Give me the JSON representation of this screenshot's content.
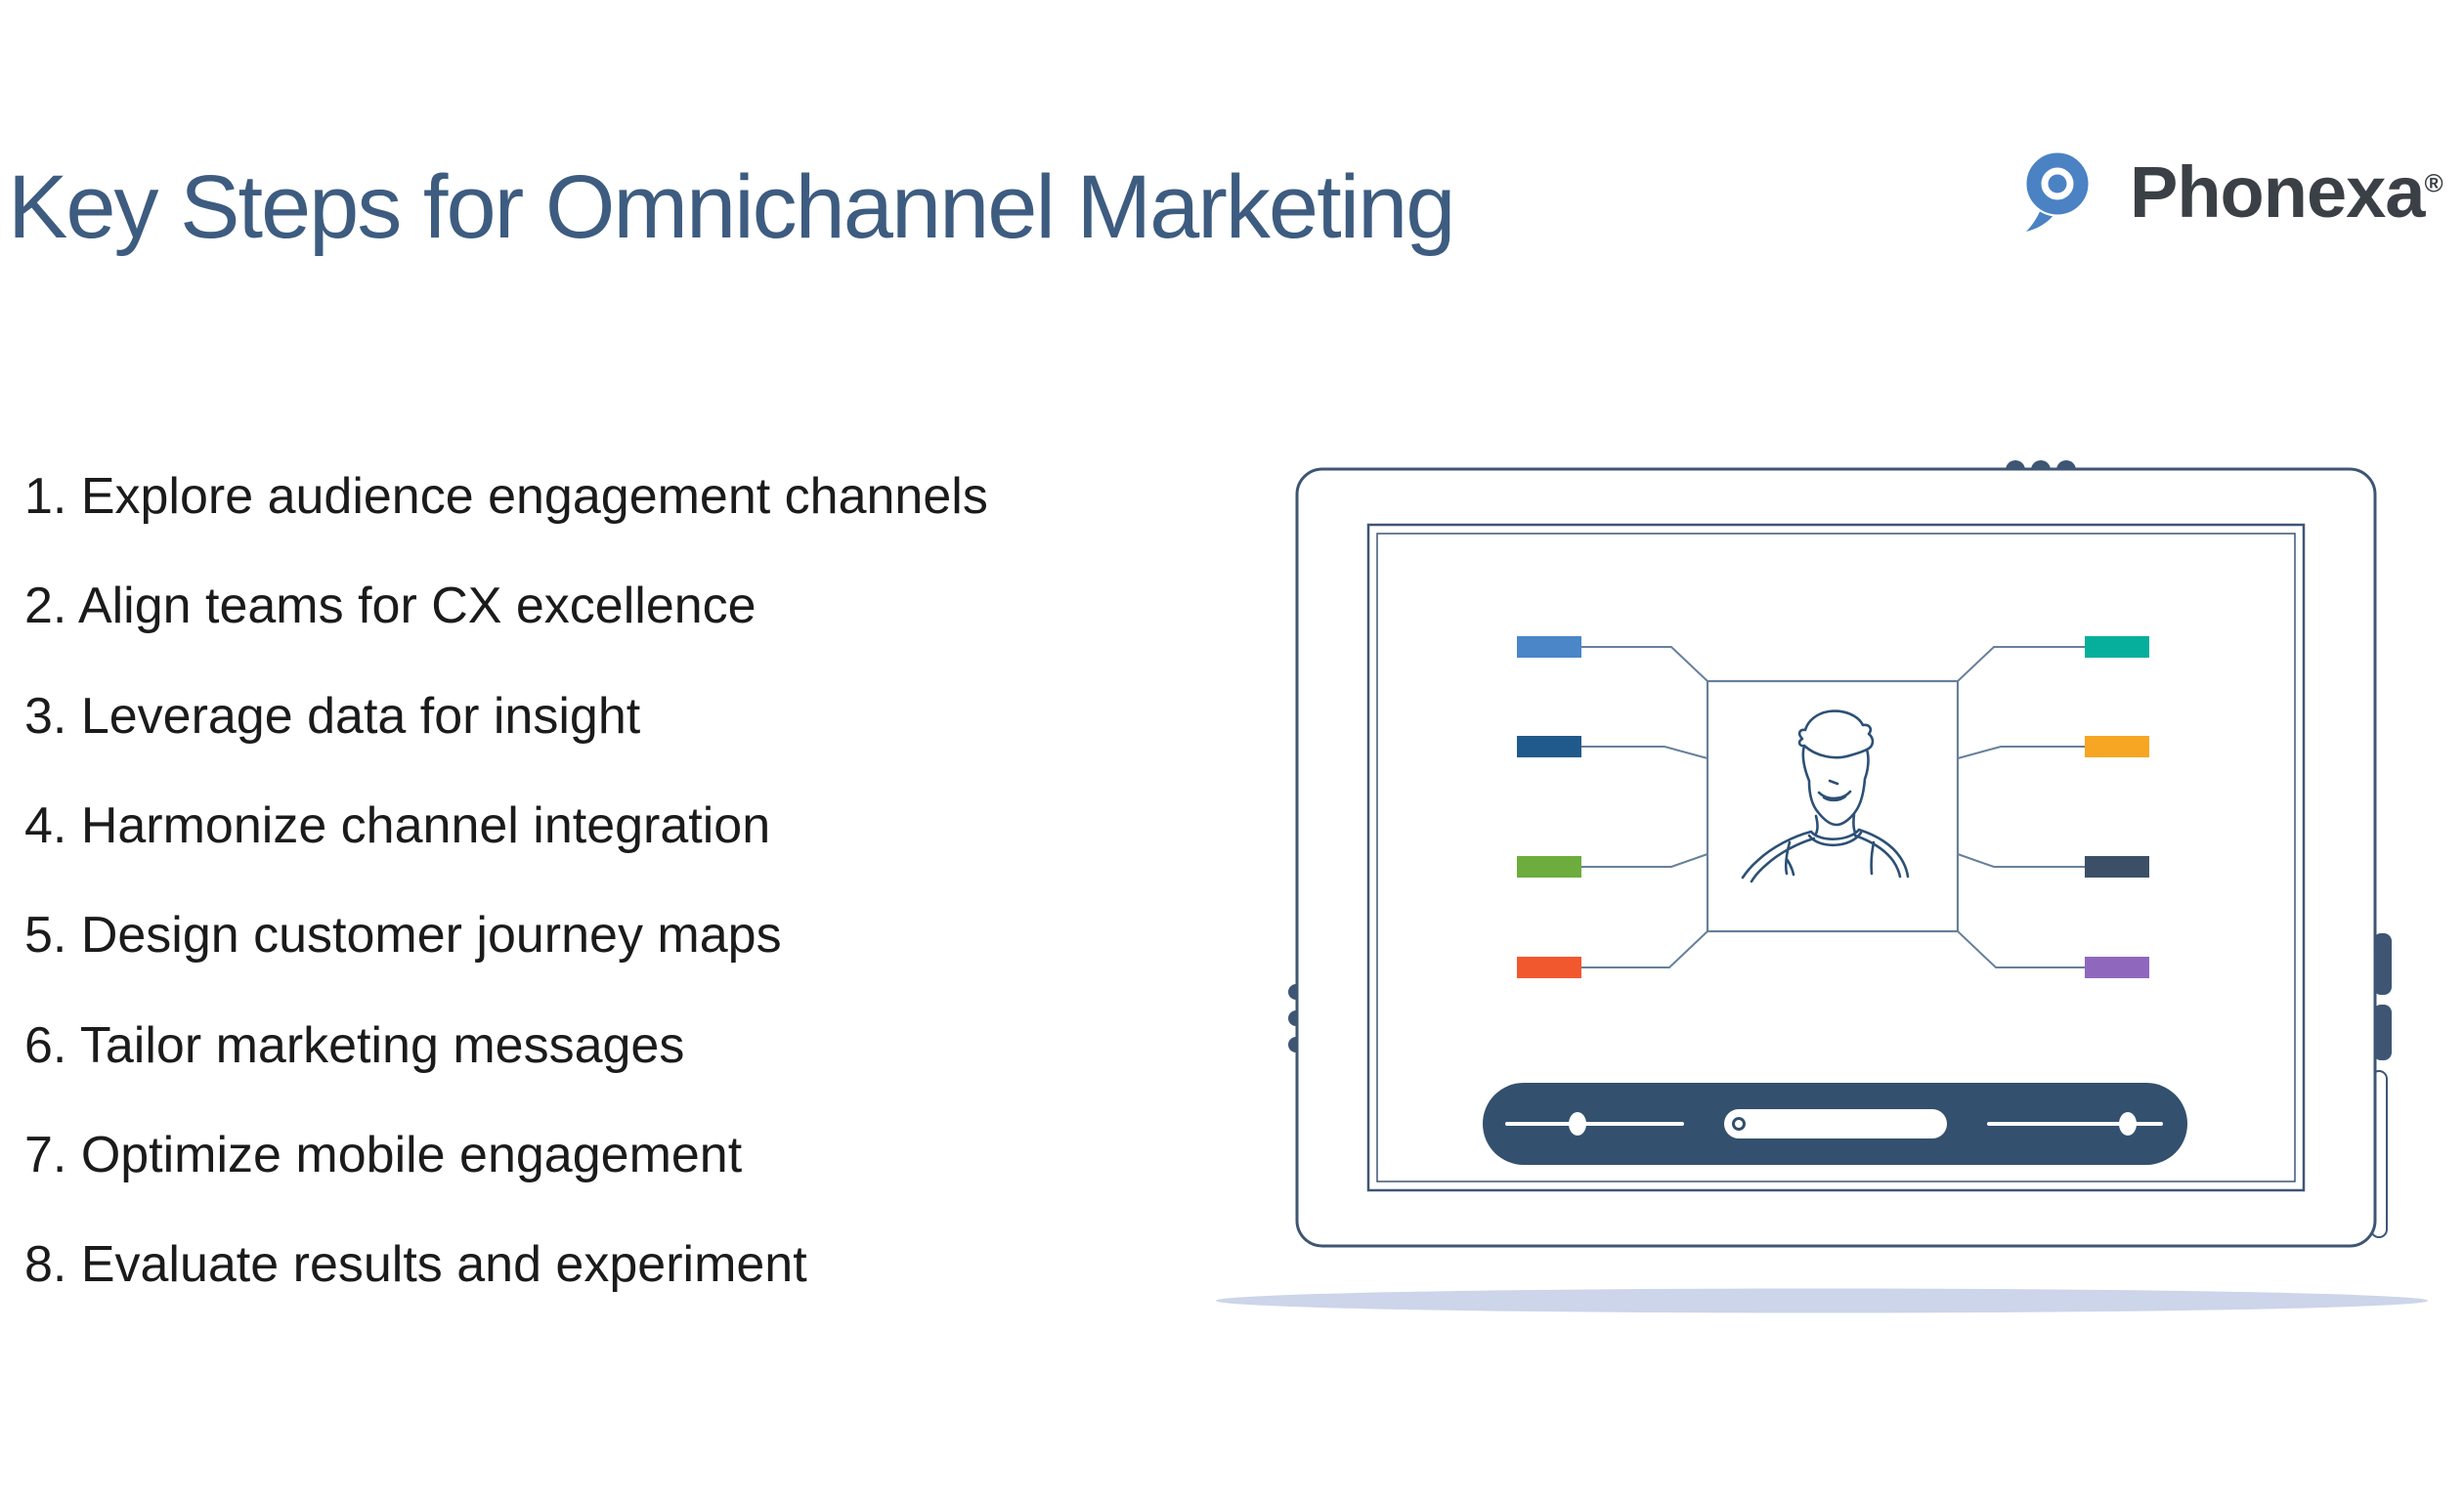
{
  "header": {
    "title": "Key Steps for Omnichannel Marketing",
    "brand": {
      "name": "Phonexa",
      "registered_mark": "®"
    }
  },
  "steps": [
    "1. Explore audience engagement channels",
    "2. Align teams for CX excellence",
    "3. Leverage data for insight",
    "4. Harmonize channel integration",
    "5. Design customer journey maps",
    "6. Tailor marketing messages",
    "7. Optimize mobile engagement",
    "8. Evaluate results and experiment"
  ],
  "diagram": {
    "description": "Tablet illustration: 8 colored channel nodes linked to a central customer avatar, with a playback slider bar",
    "left_nodes": [
      {
        "name": "channel-blue",
        "color": "#4a86c8"
      },
      {
        "name": "channel-dark-blue",
        "color": "#205a8c"
      },
      {
        "name": "channel-green",
        "color": "#6cad3d"
      },
      {
        "name": "channel-orange",
        "color": "#f2582e"
      }
    ],
    "right_nodes": [
      {
        "name": "channel-teal",
        "color": "#06af9c"
      },
      {
        "name": "channel-amber",
        "color": "#f6a623"
      },
      {
        "name": "channel-slate",
        "color": "#3b5066"
      },
      {
        "name": "channel-purple",
        "color": "#8f68bd"
      }
    ]
  },
  "theme": {
    "title-color": "#3d5c80",
    "text-color": "#1b1b1b",
    "navy": "#3e5674",
    "line": "#67809b",
    "person": "#2d5076",
    "slider": "#33506e",
    "shadow": "#ccd5e9",
    "logo-blue": "#4a82c4",
    "logo-text": "#3b4046"
  }
}
